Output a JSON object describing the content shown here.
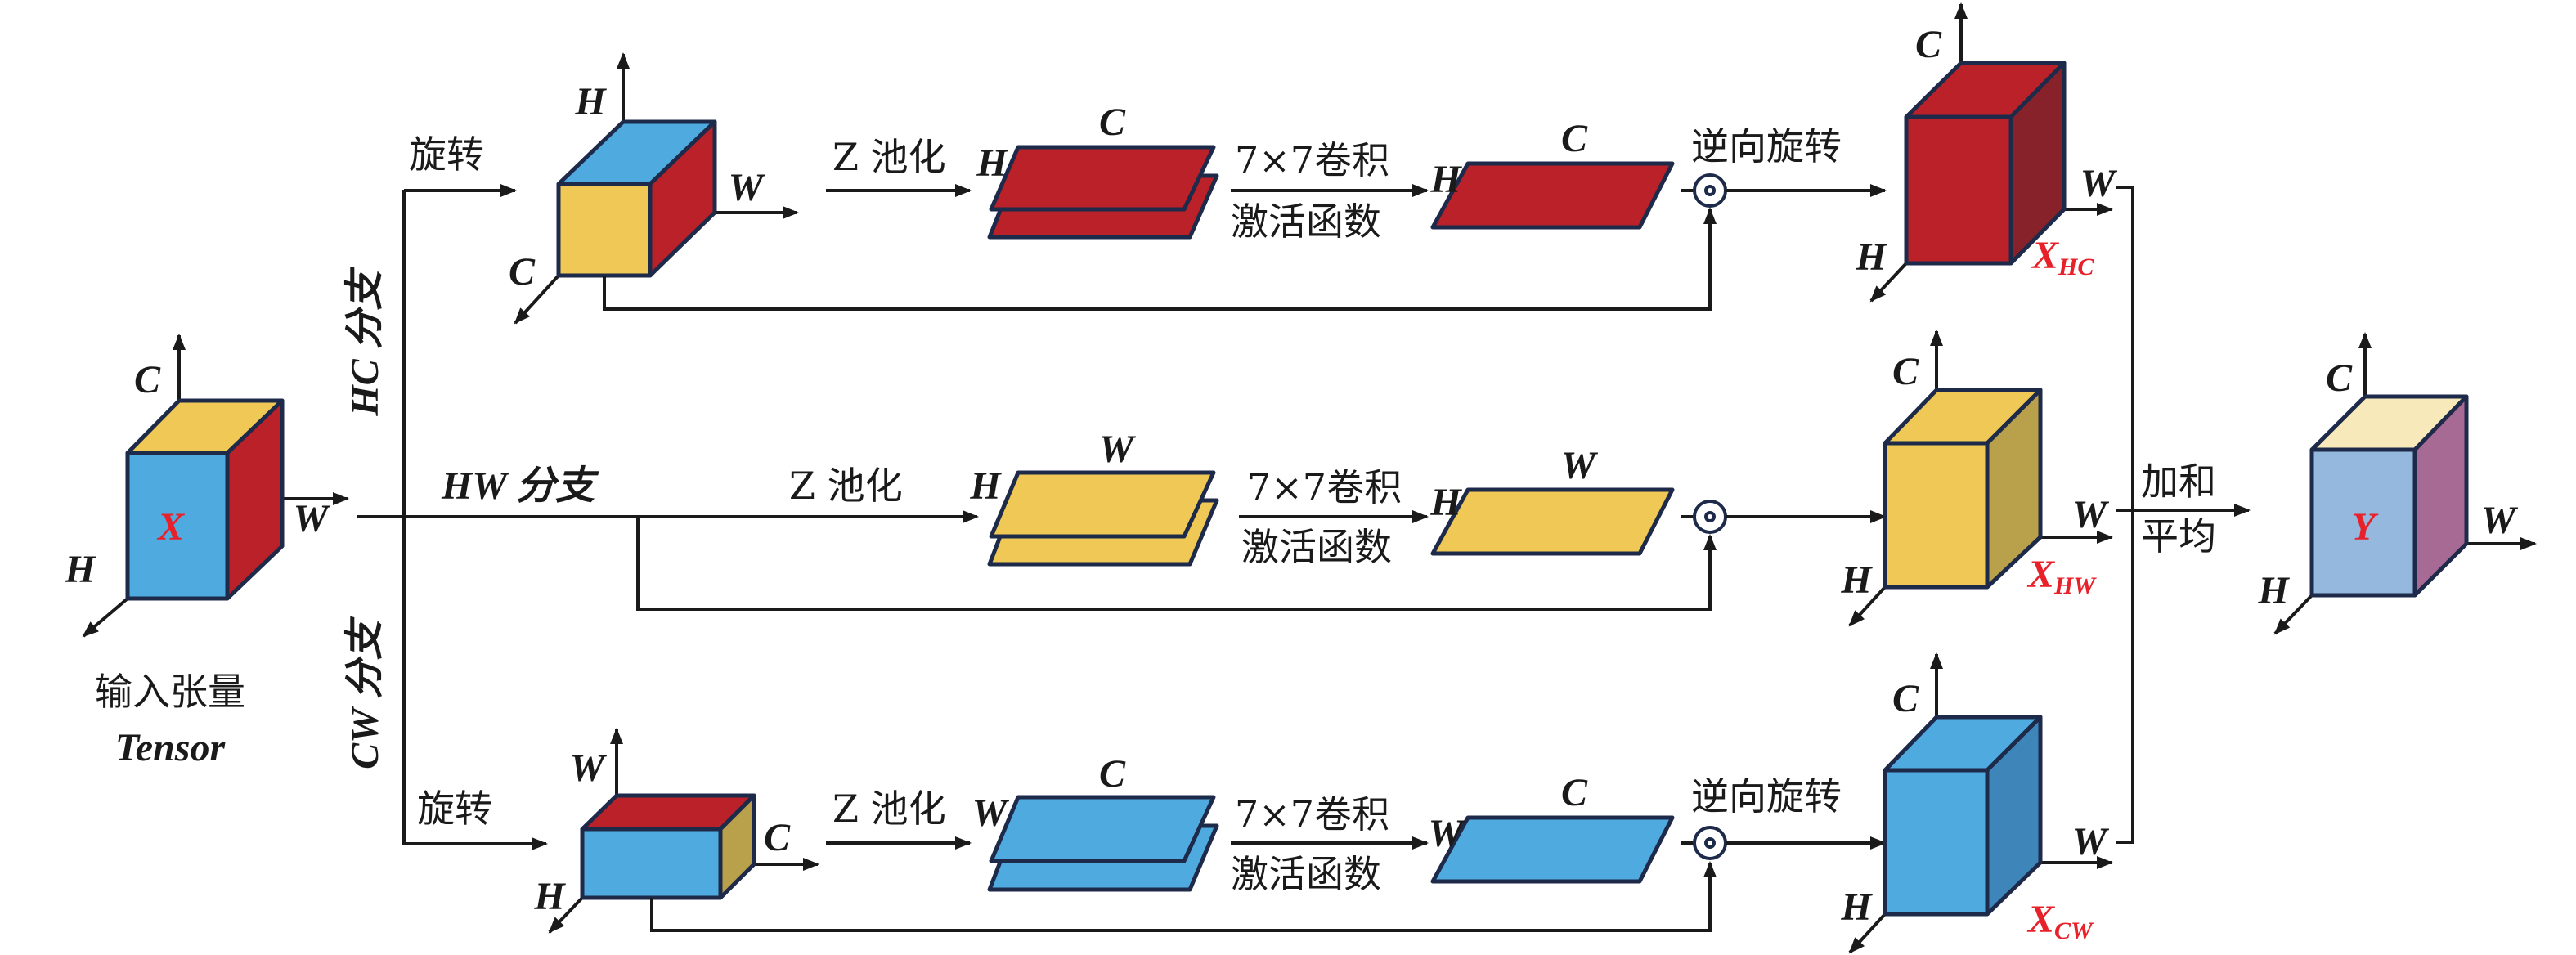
{
  "colors": {
    "blue": "#4EAADF",
    "blue_dark": "#3E86B9",
    "red": "#BB2129",
    "red_dark": "#87222A",
    "yellow": "#F0C855",
    "yellow_dark": "#B9A04B",
    "light_blue": "#95B9DE",
    "cream": "#F8E9BA",
    "purple": "#A76A94",
    "outline": "#1E2A4A",
    "label_red": "#E8202A"
  },
  "input": {
    "tensor_symbol": "X",
    "caption_cn": "输入张量",
    "caption_en": "Tensor",
    "axes": {
      "up": "C",
      "right": "W",
      "down_left": "H"
    }
  },
  "branches": {
    "hc": {
      "name": "HC 分支",
      "rotate_label": "旋转",
      "rotated_axes": {
        "up": "H",
        "right": "W",
        "down_left": "C"
      },
      "pool_label": "Z 池化",
      "pool_plane_axes": {
        "top": "C",
        "left": "H"
      },
      "conv_label_1": "7×7卷积",
      "conv_label_2": "激活函数",
      "attn_plane_axes": {
        "top": "C",
        "left": "H"
      },
      "inverse_label": "逆向旋转",
      "output_axes": {
        "up": "C",
        "right": "W",
        "down_left": "H"
      },
      "output_symbol": "X",
      "output_subscript": "HC"
    },
    "hw": {
      "name": "HW 分支",
      "pool_label": "Z 池化",
      "pool_plane_axes": {
        "top": "W",
        "left": "H"
      },
      "conv_label_1": "7×7卷积",
      "conv_label_2": "激活函数",
      "attn_plane_axes": {
        "top": "W",
        "left": "H"
      },
      "output_axes": {
        "up": "C",
        "right": "W",
        "down_left": "H"
      },
      "output_symbol": "X",
      "output_subscript": "HW"
    },
    "cw": {
      "name": "CW 分支",
      "rotate_label": "旋转",
      "rotated_axes": {
        "up": "W",
        "right": "C",
        "down_left": "H"
      },
      "pool_label": "Z 池化",
      "pool_plane_axes": {
        "top": "C",
        "left": "W"
      },
      "conv_label_1": "7×7卷积",
      "conv_label_2": "激活函数",
      "attn_plane_axes": {
        "top": "C",
        "left": "W"
      },
      "inverse_label": "逆向旋转",
      "output_axes": {
        "up": "C",
        "right": "W",
        "down_left": "H"
      },
      "output_symbol": "X",
      "output_subscript": "CW"
    }
  },
  "aggregate": {
    "label_1": "加和",
    "label_2": "平均"
  },
  "output": {
    "tensor_symbol": "Y",
    "axes": {
      "up": "C",
      "right": "W",
      "down_left": "H"
    }
  }
}
